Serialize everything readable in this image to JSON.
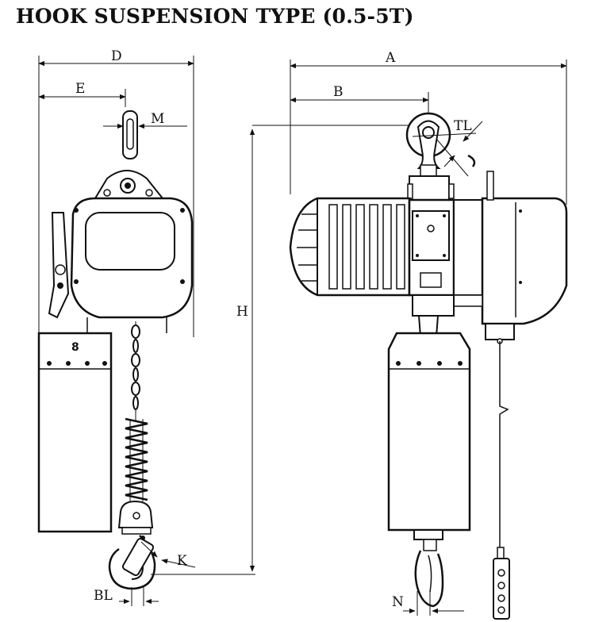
{
  "title": "HOOK SUSPENSION TYPE (0.5-5T)",
  "colors": {
    "stroke": "#111111",
    "body_fill": "#eeeeee",
    "shade_fill": "#cccccc",
    "background": "#ffffff"
  },
  "labels": {
    "A": "A",
    "B": "B",
    "D": "D",
    "E": "E",
    "M": "M",
    "TL": "TL",
    "H": "H",
    "K": "K",
    "BL": "BL",
    "N": "N"
  },
  "side_view": {
    "weight_plate": "8"
  }
}
